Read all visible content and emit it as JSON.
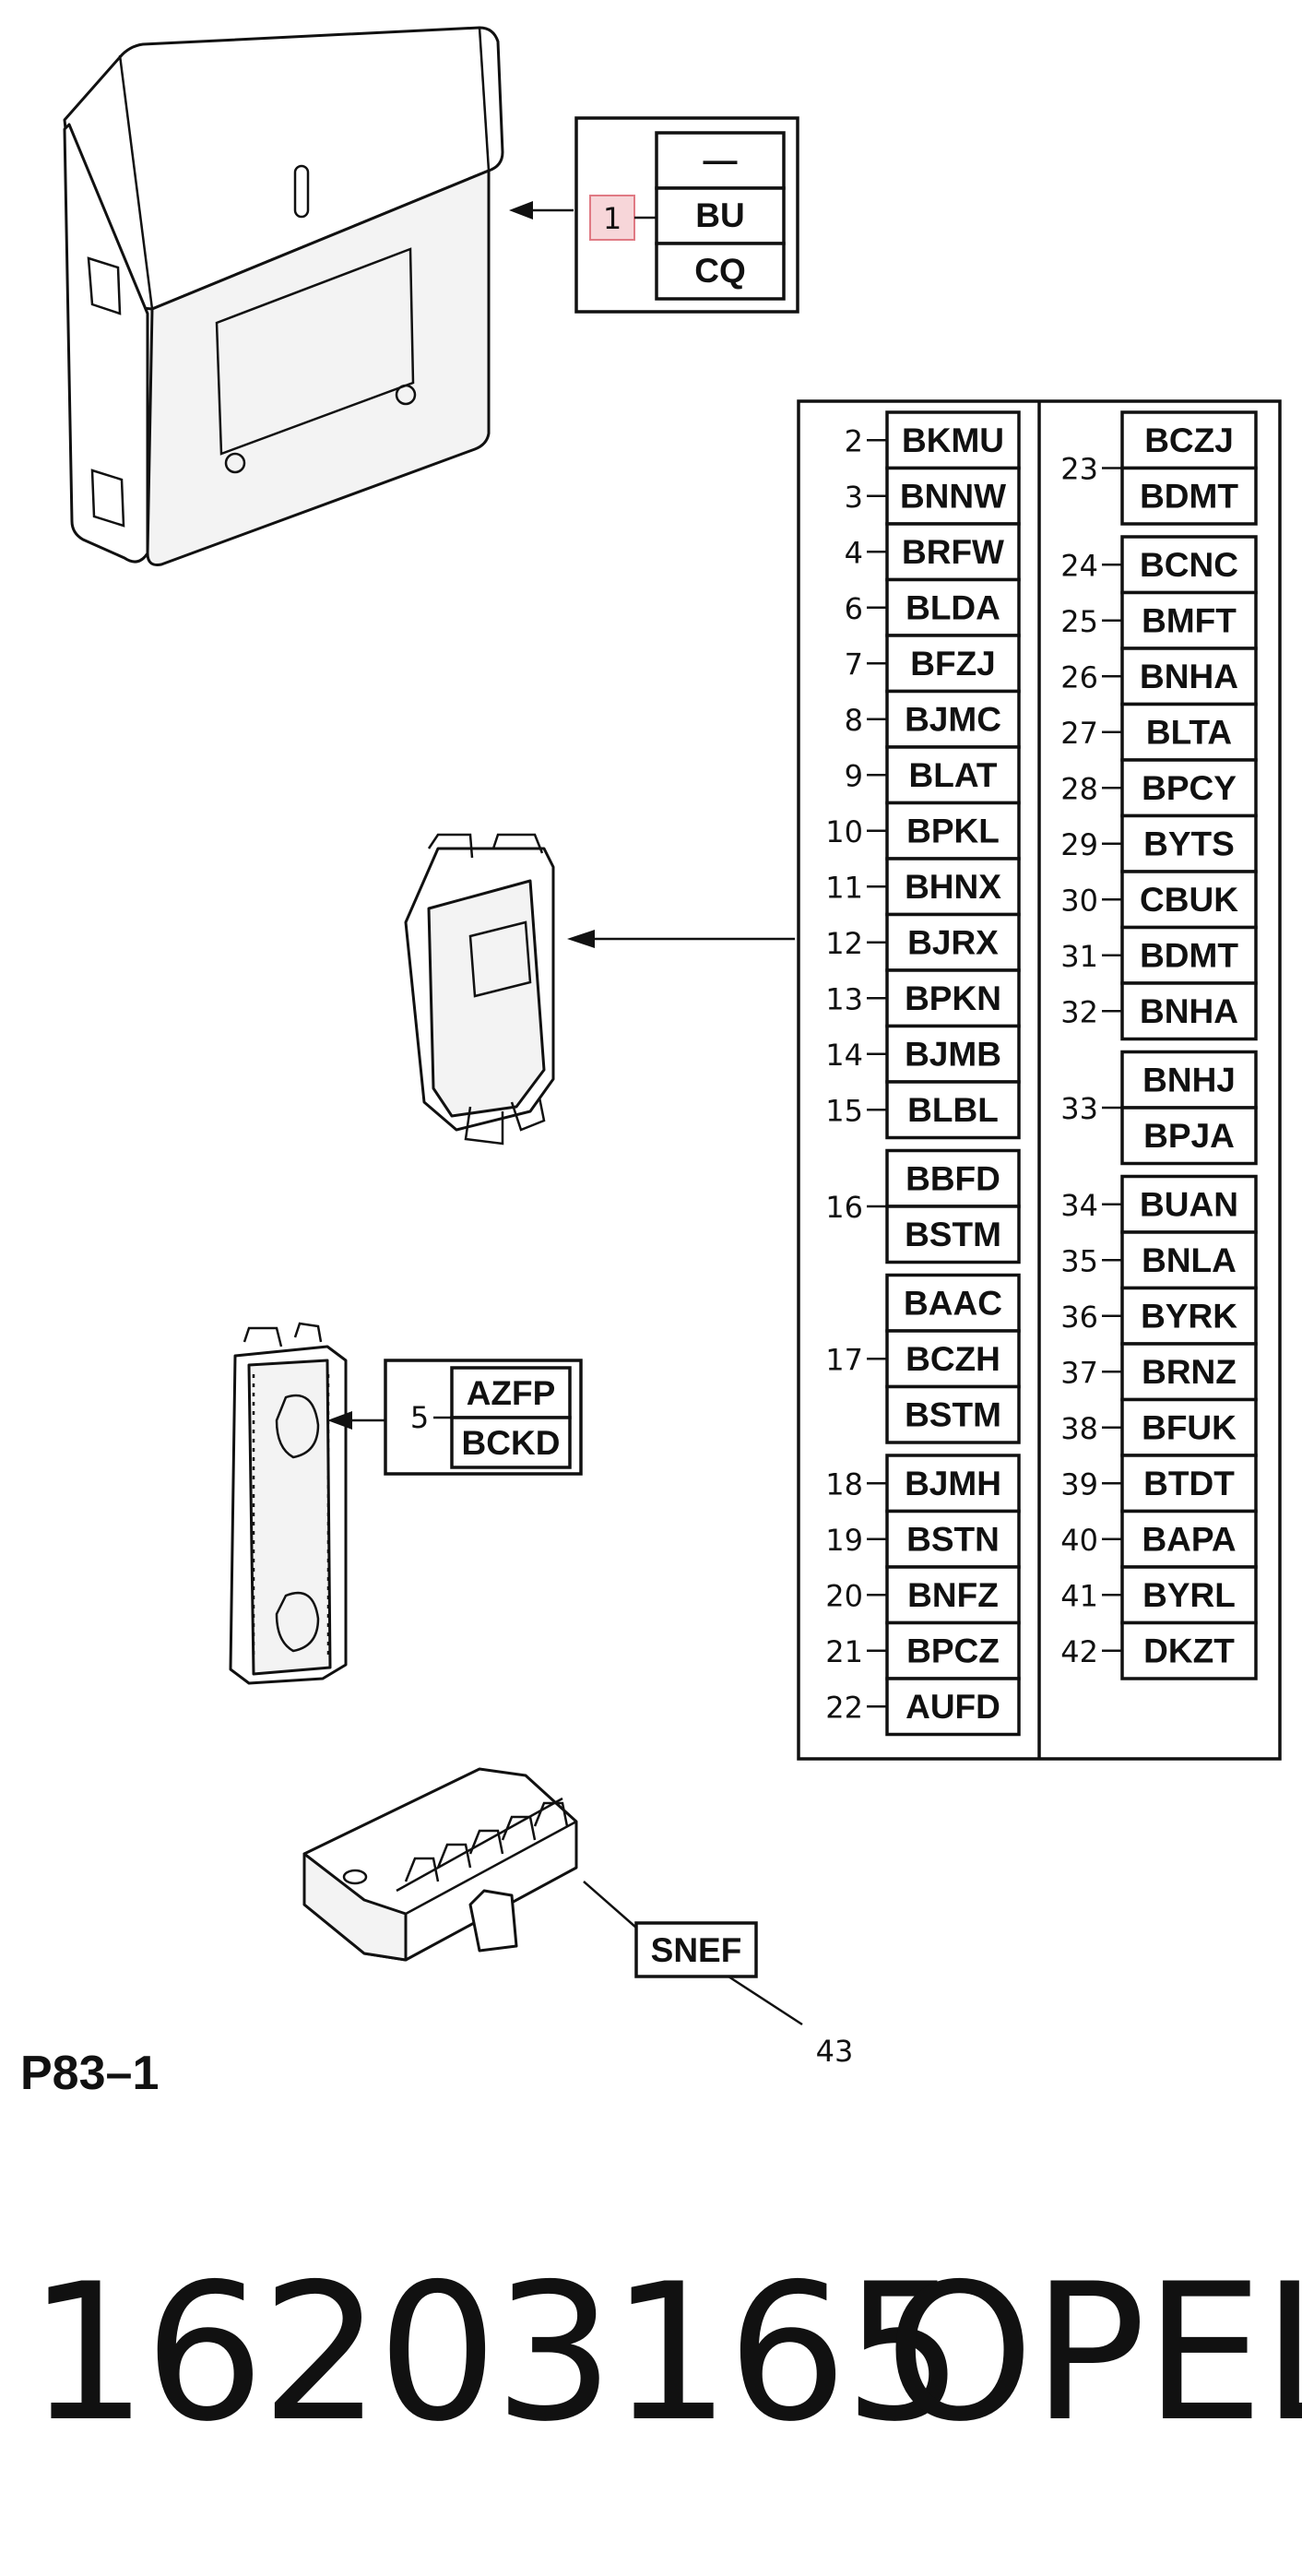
{
  "top_callout": {
    "item": "1",
    "codes": [
      "—",
      "BU",
      "CQ"
    ]
  },
  "left_column": [
    {
      "item": "2",
      "codes": [
        "BKMU"
      ]
    },
    {
      "item": "3",
      "codes": [
        "BNNW"
      ]
    },
    {
      "item": "4",
      "codes": [
        "BRFW"
      ]
    },
    {
      "item": "6",
      "codes": [
        "BLDA"
      ]
    },
    {
      "item": "7",
      "codes": [
        "BFZJ"
      ]
    },
    {
      "item": "8",
      "codes": [
        "BJMC"
      ]
    },
    {
      "item": "9",
      "codes": [
        "BLAT"
      ]
    },
    {
      "item": "10",
      "codes": [
        "BPKL"
      ]
    },
    {
      "item": "11",
      "codes": [
        "BHNX"
      ]
    },
    {
      "item": "12",
      "codes": [
        "BJRX"
      ]
    },
    {
      "item": "13",
      "codes": [
        "BPKN"
      ]
    },
    {
      "item": "14",
      "codes": [
        "BJMB"
      ]
    },
    {
      "item": "15",
      "codes": [
        "BLBL"
      ]
    },
    {
      "item": "16",
      "codes": [
        "BBFD",
        "BSTM"
      ]
    },
    {
      "item": "17",
      "codes": [
        "BAAC",
        "BCZH",
        "BSTM"
      ]
    },
    {
      "item": "18",
      "codes": [
        "BJMH"
      ]
    },
    {
      "item": "19",
      "codes": [
        "BSTN"
      ]
    },
    {
      "item": "20",
      "codes": [
        "BNFZ"
      ]
    },
    {
      "item": "21",
      "codes": [
        "BPCZ"
      ]
    },
    {
      "item": "22",
      "codes": [
        "AUFD"
      ]
    }
  ],
  "right_column": [
    {
      "item": "23",
      "codes": [
        "BCZJ",
        "BDMT"
      ]
    },
    {
      "item": "24",
      "codes": [
        "BCNC"
      ]
    },
    {
      "item": "25",
      "codes": [
        "BMFT"
      ]
    },
    {
      "item": "26",
      "codes": [
        "BNHA"
      ]
    },
    {
      "item": "27",
      "codes": [
        "BLTA"
      ]
    },
    {
      "item": "28",
      "codes": [
        "BPCY"
      ]
    },
    {
      "item": "29",
      "codes": [
        "BYTS"
      ]
    },
    {
      "item": "30",
      "codes": [
        "CBUK"
      ]
    },
    {
      "item": "31",
      "codes": [
        "BDMT"
      ]
    },
    {
      "item": "32",
      "codes": [
        "BNHA"
      ]
    },
    {
      "item": "33",
      "codes": [
        "BNHJ",
        "BPJA"
      ]
    },
    {
      "item": "34",
      "codes": [
        "BUAN"
      ]
    },
    {
      "item": "35",
      "codes": [
        "BNLA"
      ]
    },
    {
      "item": "36",
      "codes": [
        "BYRK"
      ]
    },
    {
      "item": "37",
      "codes": [
        "BRNZ"
      ]
    },
    {
      "item": "38",
      "codes": [
        "BFUK"
      ]
    },
    {
      "item": "39",
      "codes": [
        "BTDT"
      ]
    },
    {
      "item": "40",
      "codes": [
        "BAPA"
      ]
    },
    {
      "item": "41",
      "codes": [
        "BYRL"
      ]
    },
    {
      "item": "42",
      "codes": [
        "DKZT"
      ]
    }
  ],
  "prom_callout": {
    "item": "5",
    "codes": [
      "AZFP",
      "BCKD"
    ]
  },
  "connector_callout": {
    "item": "43",
    "code": "SNEF"
  },
  "page_ref": "P83–1",
  "part_number": "16203165",
  "brand": "OPEL",
  "highlight_color": "#f7d6d9",
  "highlight_border": "#e07a84"
}
